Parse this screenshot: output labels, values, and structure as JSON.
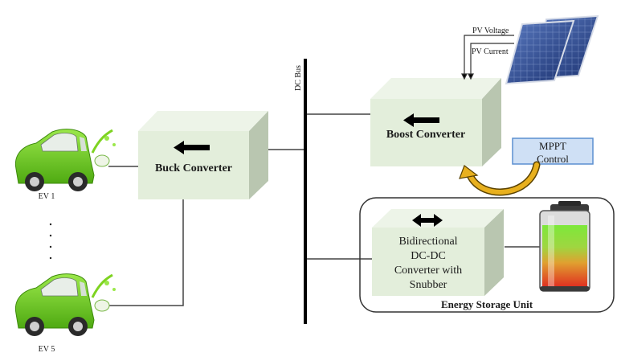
{
  "diagram": {
    "dc_bus_label": "DC Bus",
    "buck_converter": {
      "label": "Buck Converter",
      "arrow": "left-arrow"
    },
    "boost_converter": {
      "label": "Boost Converter",
      "arrow": "left-arrow"
    },
    "bidirectional_converter": {
      "lines": [
        "Bidirectional",
        "DC-DC",
        "Converter with",
        "Snubber"
      ],
      "arrow": "double-arrow"
    },
    "mppt_control": {
      "lines": [
        "MPPT",
        "Control"
      ]
    },
    "pv": {
      "voltage_label": "PV Voltage",
      "current_label": "PV Current",
      "icon": "solar-panel-icon"
    },
    "energy_storage_unit": {
      "label": "Energy Storage Unit",
      "icon": "battery-icon"
    },
    "evs": [
      {
        "label": "EV 1",
        "icon": "electric-car-icon"
      },
      {
        "label": "EV 5",
        "icon": "electric-car-icon"
      }
    ],
    "ellipsis": "⋮"
  },
  "colors": {
    "box_front": "#e3eedb",
    "box_top": "#edf4e8",
    "box_side": "#b9c6b0",
    "mppt_fill": "#cfe0f5",
    "mppt_border": "#5b8fd0",
    "feedback_arrow": "#e8b01e",
    "car_green": "#7ed321",
    "panel_blue": "#2c4a8a"
  }
}
